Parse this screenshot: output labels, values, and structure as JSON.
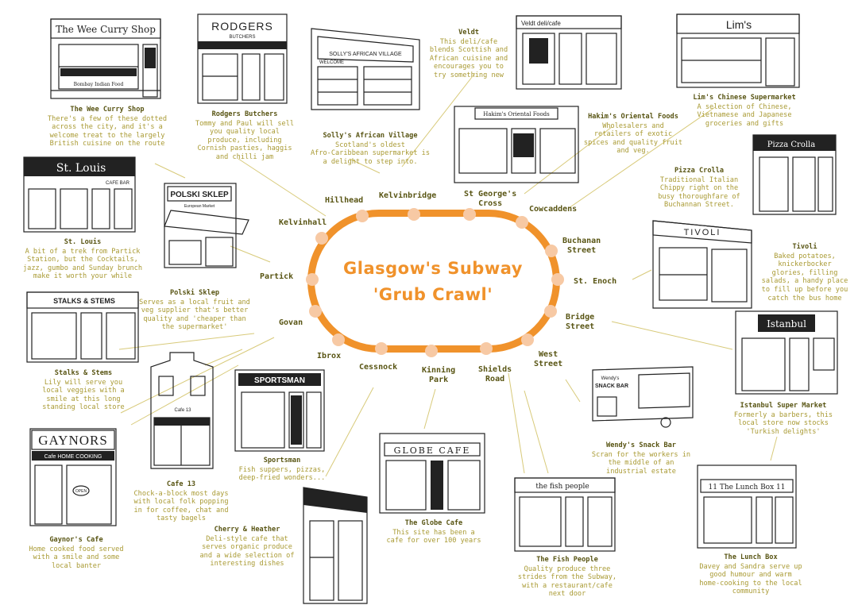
{
  "title": {
    "line1": "Glasgow's Subway",
    "line2": "'Grub Crawl'"
  },
  "colors": {
    "loop": "#f0922b",
    "loop_fill": "#fde4cd",
    "stop": "#f7c9a4",
    "name": "#595514",
    "desc": "#a99a33",
    "ink": "#222222"
  },
  "stations": [
    {
      "id": "hillhead",
      "label": "Hillhead"
    },
    {
      "id": "kelvinbridge",
      "label": "Kelvinbridge"
    },
    {
      "id": "st-georges-cross",
      "label": "St George's\nCross"
    },
    {
      "id": "cowcaddens",
      "label": "Cowcaddens"
    },
    {
      "id": "buchanan-street",
      "label": "Buchanan\nStreet"
    },
    {
      "id": "st-enoch",
      "label": "St. Enoch"
    },
    {
      "id": "bridge-street",
      "label": "Bridge\nStreet"
    },
    {
      "id": "west-street",
      "label": "West\nStreet"
    },
    {
      "id": "shields-road",
      "label": "Shields\nRoad"
    },
    {
      "id": "kinning-park",
      "label": "Kinning\nPark"
    },
    {
      "id": "cessnock",
      "label": "Cessnock"
    },
    {
      "id": "ibrox",
      "label": "Ibrox"
    },
    {
      "id": "govan",
      "label": "Govan"
    },
    {
      "id": "partick",
      "label": "Partick"
    },
    {
      "id": "kelvinhall",
      "label": "Kelvinhall"
    }
  ],
  "shops": [
    {
      "id": "wee-curry-shop",
      "name": "The Wee Curry Shop",
      "desc": "There's a few of these dotted\nacross the city, and it's a\nwelcome treat to the largely\nBritish cuisine on the route",
      "sign": "The Wee Curry Shop",
      "sign2": "Bombay Indian Food"
    },
    {
      "id": "rodgers-butchers",
      "name": "Rodgers Butchers",
      "desc": "Tommy and Paul will sell\nyou quality local\nproduce, including\nCornish pasties, haggis\nand chilli jam",
      "sign": "RODGERS",
      "sign2": "BUTCHERS"
    },
    {
      "id": "sollys-african-village",
      "name": "Solly's African Village",
      "desc": "Scotland's oldest\nAfro-Caribbean supermarket is\na delight to step into.",
      "sign": "SOLLY'S AFRICAN VILLAGE",
      "sign2": "WELCOME"
    },
    {
      "id": "veldt",
      "name": "Veldt",
      "desc": "This deli/cafe\nblends Scottish and\nAfrican cuisine and\nencourages you to\ntry something new",
      "sign": "Veldt deli/cafe"
    },
    {
      "id": "hakims-oriental-foods",
      "name": "Hakim's Oriental Foods",
      "desc": "Wholesalers and\nretailers of exotic\nspices and quality fruit\nand veg.",
      "sign": "Hakim's Oriental Foods"
    },
    {
      "id": "lims-chinese-supermarket",
      "name": "Lim's Chinese Supermarket",
      "desc": "A selection of Chinese,\nVietnamese and Japanese\ngroceries and gifts",
      "sign": "Lim's"
    },
    {
      "id": "st-louis",
      "name": "St. Louis",
      "desc": "A bit of a trek from Partick\nStation, but the Cocktails,\njazz, gumbo and Sunday brunch\nmake it worth your while",
      "sign": "St. Louis",
      "sign2": "CAFE BAR"
    },
    {
      "id": "polski-sklep",
      "name": "Polski Sklep",
      "desc": "Serves as a local fruit and\nveg supplier that's better\nquality and 'cheaper than\nthe supermarket'",
      "sign": "POLSKI SKLEP",
      "sign2": "European Market"
    },
    {
      "id": "pizza-crolla",
      "name": "Pizza Crolla",
      "desc": "Traditional Italian\nChippy right on the\nbusy thoroughfare of\nBuchannan Street.",
      "sign": "Pizza Crolla"
    },
    {
      "id": "tivoli",
      "name": "Tivoli",
      "desc": "Baked potatoes,\nknickerbocker\nglories, filling\nsalads, a handy place\nto fill up before you\ncatch the bus home",
      "sign": "TIVOLI"
    },
    {
      "id": "stalks-and-stems",
      "name": "Stalks & Stems",
      "desc": "Lily will serve you\nlocal veggies with a\nsmile at this long\nstanding local store",
      "sign": "STALKS & STEMS"
    },
    {
      "id": "istanbul-super-market",
      "name": "Istanbul Super Market",
      "desc": "Formerly a barbers, this\nlocal store now stocks\n'Turkish delights'",
      "sign": "Istanbul"
    },
    {
      "id": "wendys-snack-bar",
      "name": "Wendy's Snack Bar",
      "desc": "Scran for the workers in\nthe middle of an\nindustrial estate",
      "sign": "SNACK BAR",
      "sign2": "Wendy's"
    },
    {
      "id": "sportsman",
      "name": "Sportsman",
      "desc": "Fish suppers, pizzas,\ndeep-fried wonders...",
      "sign": "SPORTSMAN"
    },
    {
      "id": "cafe-13",
      "name": "Cafe 13",
      "desc": "Chock-a-block most days\nwith local folk popping\nin for coffee, chat and\ntasty bagels",
      "sign": "Cafe 13"
    },
    {
      "id": "gaynors-cafe",
      "name": "Gaynor's Cafe",
      "desc": "Home cooked food served\nwith a smile and some\nlocal banter",
      "sign": "GAYNORS",
      "sign2": "Cafe  HOME COOKING",
      "sign3": "OPEN"
    },
    {
      "id": "globe-cafe",
      "name": "The Globe Cafe",
      "desc": "This site has been a\ncafe for over 100 years",
      "sign": "GLOBE CAFE"
    },
    {
      "id": "cherry-heather",
      "name": "Cherry & Heather",
      "desc": "Deli-style cafe that\nserves organic produce\nand a wide selection of\ninteresting dishes"
    },
    {
      "id": "fish-people",
      "name": "The Fish People",
      "desc": "Quality produce three\nstrides from the Subway,\nwith a restaurant/cafe\nnext door",
      "sign": "the fish people"
    },
    {
      "id": "lunch-box",
      "name": "The Lunch Box",
      "desc": "Davey and Sandra serve up\ngood humour and warm\nhome-cooking to the local\ncommunity",
      "sign": "11 The Lunch Box 11"
    }
  ]
}
